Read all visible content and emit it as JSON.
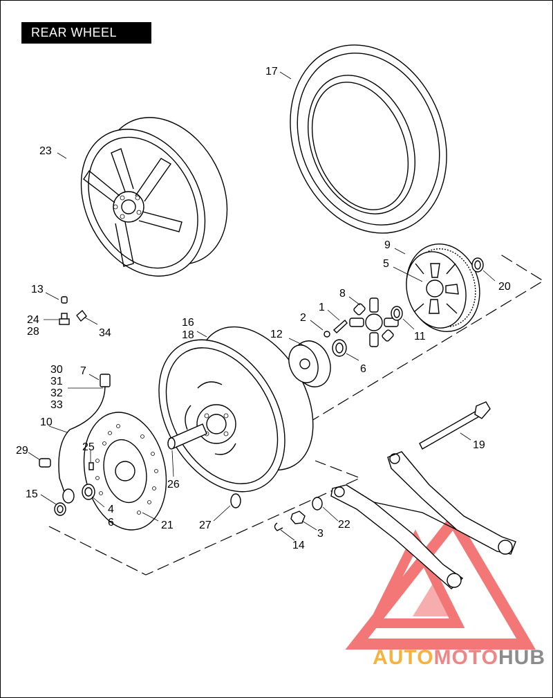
{
  "title": "REAR WHEEL",
  "brand": {
    "part1": "AUTO",
    "part2": "MOTO",
    "part3": "HUB"
  },
  "colors": {
    "brand_orange": "#f6b23c",
    "brand_red": "#ef8585",
    "brand_gray": "#8c8c8c",
    "watermark": "#ef4a4a"
  },
  "labels": {
    "l1": "1",
    "l2": "2",
    "l3": "3",
    "l4": "4",
    "l5": "5",
    "l6a": "6",
    "l6b": "6",
    "l7": "7",
    "l8": "8",
    "l9": "9",
    "l10": "10",
    "l11": "11",
    "l12": "12",
    "l13": "13",
    "l14": "14",
    "l15": "15",
    "l16": "16",
    "l17": "17",
    "l18": "18",
    "l19": "19",
    "l20": "20",
    "l21": "21",
    "l22": "22",
    "l23": "23",
    "l24": "24",
    "l25": "25",
    "l26": "26",
    "l27": "27",
    "l28": "28",
    "l29": "29",
    "l30": "30",
    "l31": "31",
    "l32": "32",
    "l33": "33",
    "l34": "34"
  }
}
